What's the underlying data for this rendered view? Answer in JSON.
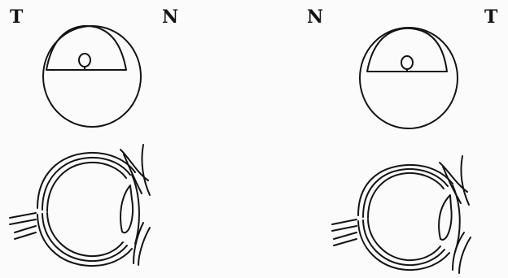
{
  "left_diagram": {
    "label_left": "T",
    "label_right": "N"
  },
  "right_diagram": {
    "label_left": "N",
    "label_right": "T"
  },
  "colors": {
    "ink": "#141414",
    "background": "#fbfbfb"
  }
}
